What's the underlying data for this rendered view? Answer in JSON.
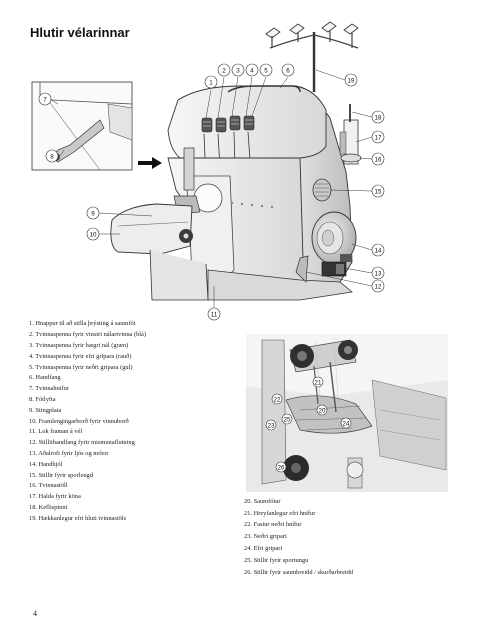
{
  "page": {
    "title": "Hlutir vélarinnar",
    "page_number": "4"
  },
  "callouts": {
    "c1": "1",
    "c2": "2",
    "c3": "3",
    "c4": "4",
    "c5": "5",
    "c6": "6",
    "c7": "7",
    "c8": "8",
    "c9": "9",
    "c10": "10",
    "c11": "11",
    "c12": "12",
    "c13": "13",
    "c14": "14",
    "c15": "15",
    "c16": "16",
    "c17": "17",
    "c18": "18",
    "c19": "19",
    "c20": "20",
    "c21": "21",
    "c22": "22",
    "c23": "23",
    "c24": "24",
    "c25": "25",
    "c26": "26"
  },
  "legend_left": [
    "1. Hnappur til að stilla þrýsting á saumfót",
    "2. Tvinnaspenna fyrir vinstri nálartvinna (blá)",
    "3. Tvinnaspenna fyrir hægri nál (græn)",
    "4. Tvinnaspenna fyrir efri gripara (rauð)",
    "5. Tvinnaspenna fyrir neðri gripara (gul)",
    "6. Handfang",
    "7. Tvinnahnífur",
    "8. Fótlyfta",
    "9. Stingplata",
    "10. Framlengingarborð fyrir vinnuborð",
    "11. Lok framan á vél",
    "12. Stilliihandfang fyrir mismunaflutning",
    "13. Aðalrofi fyrir ljós og mótor",
    "14. Handhjól",
    "15. Stillir fyrir sporlengd",
    "16. Tvinnastöll",
    "17. Halda fyrir köna",
    "18. Keflispinni",
    "19. Hækkanlegur efri hluti tvinnastöls"
  ],
  "legend_right": [
    "20. Saumfótur",
    "21. Hreyfanlegur efri hnífur",
    "22. Fastur neðri hnífur",
    "23. Neðri gripari",
    "24. Efri gripari",
    "25. Stillir fyrir sportungu",
    "26. Stillir fyrir saumbreidd / skurðarbreidd"
  ]
}
